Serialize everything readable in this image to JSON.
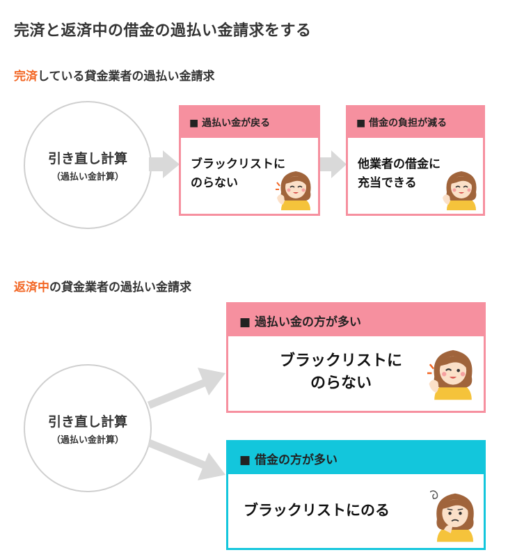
{
  "title": "完済と返済中の借金の過払い金請求をする",
  "section1": {
    "title_accent": "完済",
    "title_rest": "している貸金業者の過払い金請求",
    "circle_main": "引き直し計算",
    "circle_sub": "（過払い金計算）",
    "card1": {
      "header": "■ 過払い金が戻る",
      "body": [
        "ブラックリストに",
        "のらない"
      ]
    },
    "card2": {
      "header": "■ 借金の負担が減る",
      "body": [
        "他業者の借金に",
        "充当できる"
      ]
    }
  },
  "section2": {
    "title_accent": "返済中",
    "title_rest": "の貸金業者の過払い金請求",
    "circle_main": "引き直し計算",
    "circle_sub": "（過払い金計算）",
    "card1": {
      "header": "■ 過払い金の方が多い",
      "body": [
        "ブラックリストに",
        "のらない"
      ]
    },
    "card2": {
      "header": "■ 借金の方が多い",
      "body": [
        "ブラックリストにのる"
      ]
    }
  },
  "colors": {
    "pink": "#f6909f",
    "cyan": "#13c6dc",
    "accent": "#f26522",
    "arrow": "#d9d9d9"
  }
}
